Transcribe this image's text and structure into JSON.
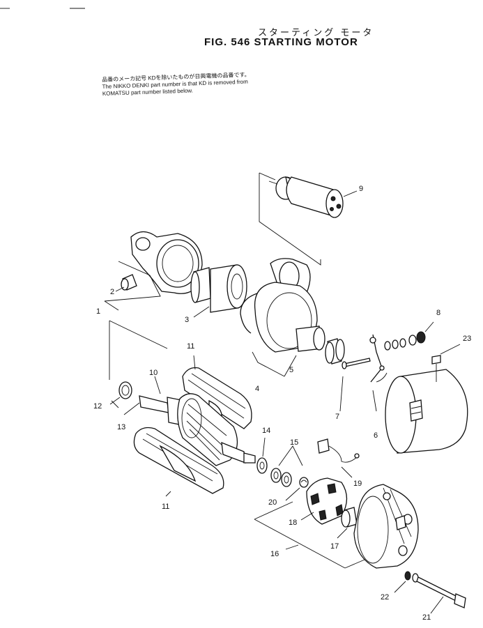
{
  "header": {
    "title_jp": "スターティング モータ",
    "fig_title": "FIG. 546  STARTING MOTOR"
  },
  "note": {
    "line1": "品番のメーカ記号 KDを除いたものが日興電機の品番です。",
    "line2": "The NIKKO DENKI part number is that KD is removed from",
    "line3": "KOMATSU part number listed below."
  },
  "callouts": [
    {
      "id": "p1",
      "text": "1"
    },
    {
      "id": "p2",
      "text": "2"
    },
    {
      "id": "p3",
      "text": "3"
    },
    {
      "id": "p4",
      "text": "4"
    },
    {
      "id": "p5",
      "text": "5"
    },
    {
      "id": "p6",
      "text": "6"
    },
    {
      "id": "p7",
      "text": "7"
    },
    {
      "id": "p8",
      "text": "8"
    },
    {
      "id": "p9",
      "text": "9"
    },
    {
      "id": "p10",
      "text": "10"
    },
    {
      "id": "p11a",
      "text": "11"
    },
    {
      "id": "p11b",
      "text": "11"
    },
    {
      "id": "p12",
      "text": "12"
    },
    {
      "id": "p13",
      "text": "13"
    },
    {
      "id": "p14",
      "text": "14"
    },
    {
      "id": "p15",
      "text": "15"
    },
    {
      "id": "p16",
      "text": "16"
    },
    {
      "id": "p17",
      "text": "17"
    },
    {
      "id": "p18",
      "text": "18"
    },
    {
      "id": "p19",
      "text": "19"
    },
    {
      "id": "p20",
      "text": "20"
    },
    {
      "id": "p21",
      "text": "21"
    },
    {
      "id": "p22",
      "text": "22"
    },
    {
      "id": "p23",
      "text": "23"
    }
  ]
}
